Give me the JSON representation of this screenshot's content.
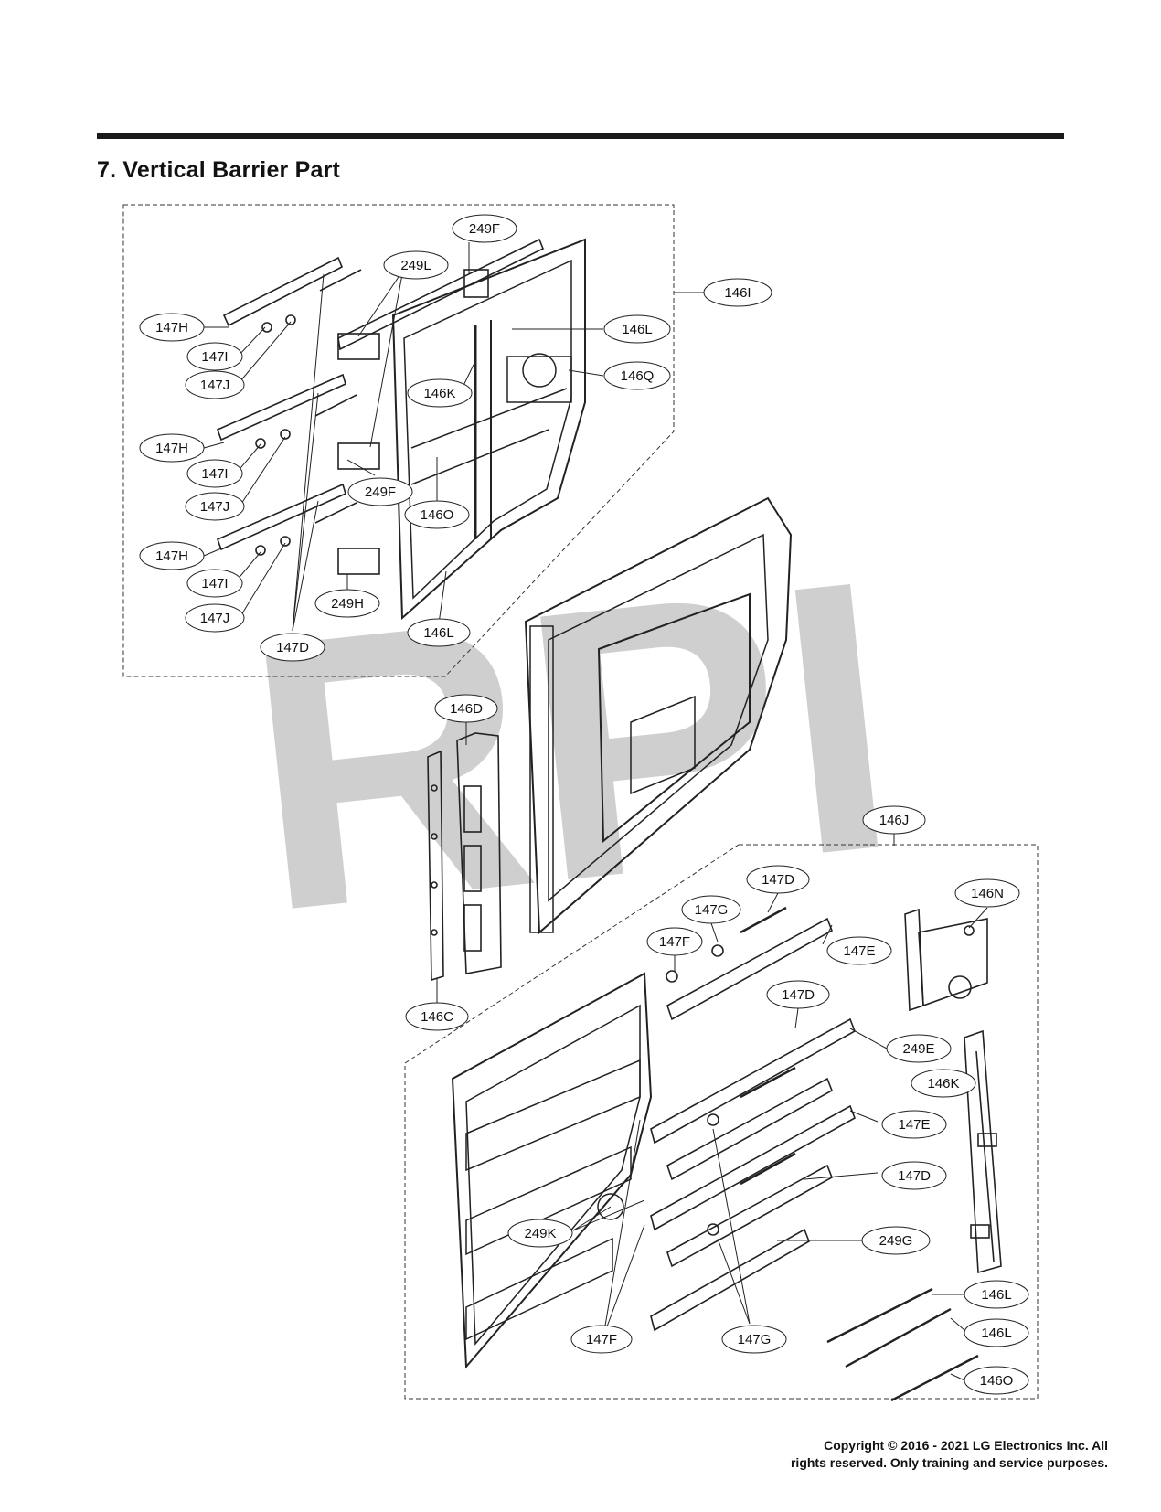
{
  "section_title": "7. Vertical Barrier Part",
  "watermark": "RPI",
  "callouts": [
    {
      "id": "c1",
      "label": "249F"
    },
    {
      "id": "c2",
      "label": "249L"
    },
    {
      "id": "c3",
      "label": "146I"
    },
    {
      "id": "c4",
      "label": "147H"
    },
    {
      "id": "c5",
      "label": "147I"
    },
    {
      "id": "c6",
      "label": "147J"
    },
    {
      "id": "c7",
      "label": "146L"
    },
    {
      "id": "c8",
      "label": "146Q"
    },
    {
      "id": "c9",
      "label": "146K"
    },
    {
      "id": "c10",
      "label": "147H"
    },
    {
      "id": "c11",
      "label": "147I"
    },
    {
      "id": "c12",
      "label": "147J"
    },
    {
      "id": "c13",
      "label": "249F"
    },
    {
      "id": "c14",
      "label": "146O"
    },
    {
      "id": "c15",
      "label": "147H"
    },
    {
      "id": "c16",
      "label": "147I"
    },
    {
      "id": "c17",
      "label": "147J"
    },
    {
      "id": "c18",
      "label": "249H"
    },
    {
      "id": "c19",
      "label": "146L"
    },
    {
      "id": "c20",
      "label": "147D"
    },
    {
      "id": "c21",
      "label": "146D"
    },
    {
      "id": "c22",
      "label": "146C"
    },
    {
      "id": "c23",
      "label": "146J"
    },
    {
      "id": "c24",
      "label": "147D"
    },
    {
      "id": "c25",
      "label": "147G"
    },
    {
      "id": "c26",
      "label": "146N"
    },
    {
      "id": "c27",
      "label": "147F"
    },
    {
      "id": "c28",
      "label": "147E"
    },
    {
      "id": "c29",
      "label": "147D"
    },
    {
      "id": "c30",
      "label": "249E"
    },
    {
      "id": "c31",
      "label": "146K"
    },
    {
      "id": "c32",
      "label": "147E"
    },
    {
      "id": "c33",
      "label": "147D"
    },
    {
      "id": "c34",
      "label": "249K"
    },
    {
      "id": "c35",
      "label": "249G"
    },
    {
      "id": "c36",
      "label": "146L"
    },
    {
      "id": "c37",
      "label": "146L"
    },
    {
      "id": "c38",
      "label": "146O"
    },
    {
      "id": "c39",
      "label": "147F"
    },
    {
      "id": "c40",
      "label": "147G"
    }
  ],
  "copyright": {
    "line1": "Copyright © 2016 - 2021 LG Electronics Inc. All",
    "line2": "rights reserved. Only training and service purposes."
  }
}
